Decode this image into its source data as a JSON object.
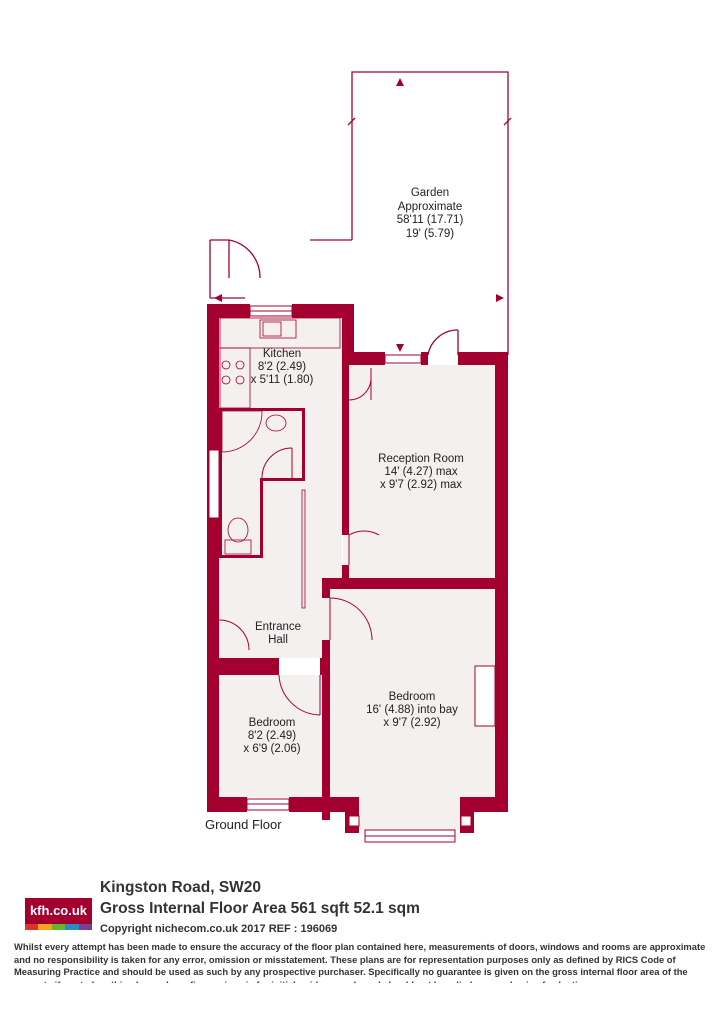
{
  "colors": {
    "wall": "#a4002f",
    "floor": "#f4f0ef",
    "text": "#222222",
    "logo_stripes": [
      "#e0312b",
      "#f3a51b",
      "#68b42f",
      "#2a8cc7",
      "#7b3e96"
    ]
  },
  "rooms": {
    "garden": {
      "name": "Garden",
      "line2": "Approximate",
      "line3": "58'11 (17.71)",
      "line4": "19' (5.79)"
    },
    "kitchen": {
      "name": "Kitchen",
      "line2": "8'2 (2.49)",
      "line3": "x 5'11 (1.80)"
    },
    "reception": {
      "name": "Reception Room",
      "line2": "14' (4.27) max",
      "line3": "x 9'7 (2.92) max"
    },
    "hall": {
      "name": "Entrance",
      "line2": "Hall"
    },
    "bedroom_large": {
      "name": "Bedroom",
      "line2": "16' (4.88) into bay",
      "line3": "x 9'7 (2.92)"
    },
    "bedroom_small": {
      "name": "Bedroom",
      "line2": "8'2 (2.49)",
      "line3": "x 6'9 (2.06)"
    }
  },
  "floor_label": "Ground Floor",
  "footer": {
    "logo": "kfh.co.uk",
    "address": "Kingston Road, SW20",
    "area": "Gross Internal Floor Area 561 sqft 52.1 sqm",
    "copyright": "Copyright nichecom.co.uk 2017 REF : 196069",
    "disclaimer": "Whilst every attempt has been made to ensure the accuracy of the floor plan contained here, measurements of doors, windows and rooms are approximate and no responsibility is taken for any error, omission or misstatement.  These plans are for representation purposes only as defined by RICS Code of Measuring Practice and should be used as such by any prospective purchaser.  Specifically no guarantee is given on the gross internal floor area of the property if quoted on this plan and any figure given is for initial guidance only and should not be relied on as a basis of valuation."
  }
}
